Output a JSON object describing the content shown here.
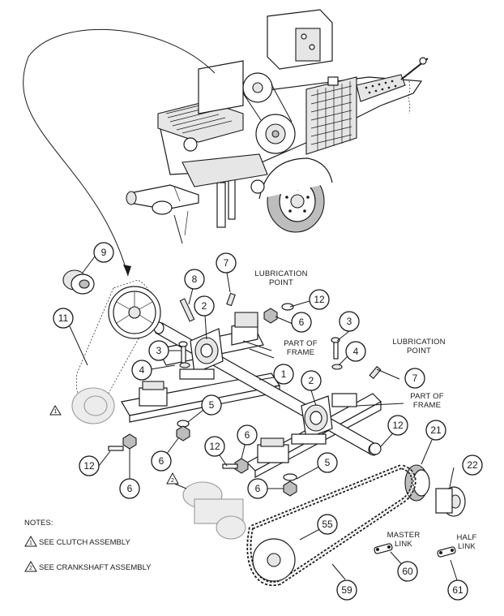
{
  "callouts": [
    {
      "id": "c9",
      "num": "9"
    },
    {
      "id": "c8",
      "num": "8"
    },
    {
      "id": "c7a",
      "num": "7"
    },
    {
      "id": "c12a",
      "num": "12"
    },
    {
      "id": "c2a",
      "num": "2"
    },
    {
      "id": "c6a",
      "num": "6"
    },
    {
      "id": "c11",
      "num": "11"
    },
    {
      "id": "c3a",
      "num": "3"
    },
    {
      "id": "c3b",
      "num": "3"
    },
    {
      "id": "c4a",
      "num": "4"
    },
    {
      "id": "c4b",
      "num": "4"
    },
    {
      "id": "c1",
      "num": "1"
    },
    {
      "id": "c7b",
      "num": "7"
    },
    {
      "id": "c2b",
      "num": "2"
    },
    {
      "id": "c5a",
      "num": "5"
    },
    {
      "id": "c12b",
      "num": "12"
    },
    {
      "id": "c21",
      "num": "21"
    },
    {
      "id": "c22",
      "num": "22"
    },
    {
      "id": "c12c",
      "num": "12"
    },
    {
      "id": "c6b",
      "num": "6"
    },
    {
      "id": "c6c",
      "num": "6"
    },
    {
      "id": "c12d",
      "num": "12"
    },
    {
      "id": "c6d",
      "num": "6"
    },
    {
      "id": "c5b",
      "num": "5"
    },
    {
      "id": "c6e",
      "num": "6"
    },
    {
      "id": "c55",
      "num": "55"
    },
    {
      "id": "c60",
      "num": "60"
    },
    {
      "id": "c59",
      "num": "59"
    },
    {
      "id": "c61",
      "num": "61"
    }
  ],
  "labels": {
    "lubrication_point_1": [
      "LUBRICATION",
      "POINT"
    ],
    "lubrication_point_2": [
      "LUBRICATION",
      "POINT"
    ],
    "part_of_frame_1": [
      "PART OF",
      "FRAME"
    ],
    "part_of_frame_2": [
      "PART OF",
      "FRAME"
    ],
    "master_link": [
      "MASTER",
      "LINK"
    ],
    "half_link": [
      "HALF",
      "LINK"
    ]
  },
  "notes": {
    "title": "NOTES:",
    "items": [
      {
        "marker": "1",
        "text": "SEE CLUTCH ASSEMBLY"
      },
      {
        "marker": "2",
        "text": "SEE CRANKSHAFT ASSEMBLY"
      }
    ]
  },
  "colors": {
    "line": "#1a1a1a",
    "background": "#ffffff",
    "ghost_part": "#9a9a9a"
  }
}
